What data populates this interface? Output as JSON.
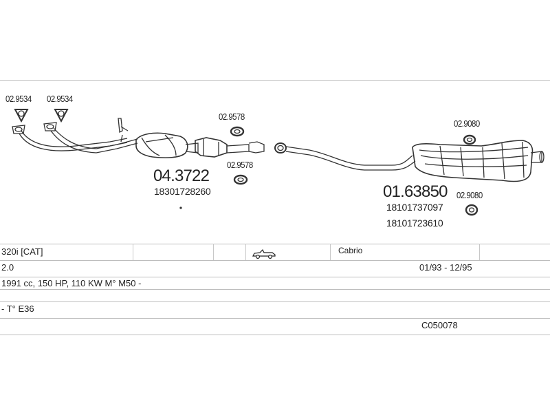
{
  "parts": {
    "gasket_left_1": "02.9534",
    "gasket_left_2": "02.9534",
    "gasket_mid_top": "02.9578",
    "gasket_mid_bottom": "02.9578",
    "gasket_rear_top": "02.9080",
    "gasket_rear_bottom": "02.9080",
    "catalyst": {
      "number": "04.3722",
      "oe": [
        "18301728260"
      ]
    },
    "rear_silencer": {
      "number": "01.63850",
      "oe": [
        "18101737097",
        "18101723610"
      ]
    }
  },
  "table": {
    "model": "320i  [CAT]",
    "body": "Cabrio",
    "engine_size": "2.0",
    "years": "01/93 - 12/95",
    "spec": "1991 cc, 150 HP, 110 KW M° M50 -",
    "type": "- T° E36",
    "code": "C050078"
  },
  "icons": {
    "car": "convertible-car-icon"
  },
  "colors": {
    "line": "#bdbdbd",
    "drawing": "#333333"
  }
}
